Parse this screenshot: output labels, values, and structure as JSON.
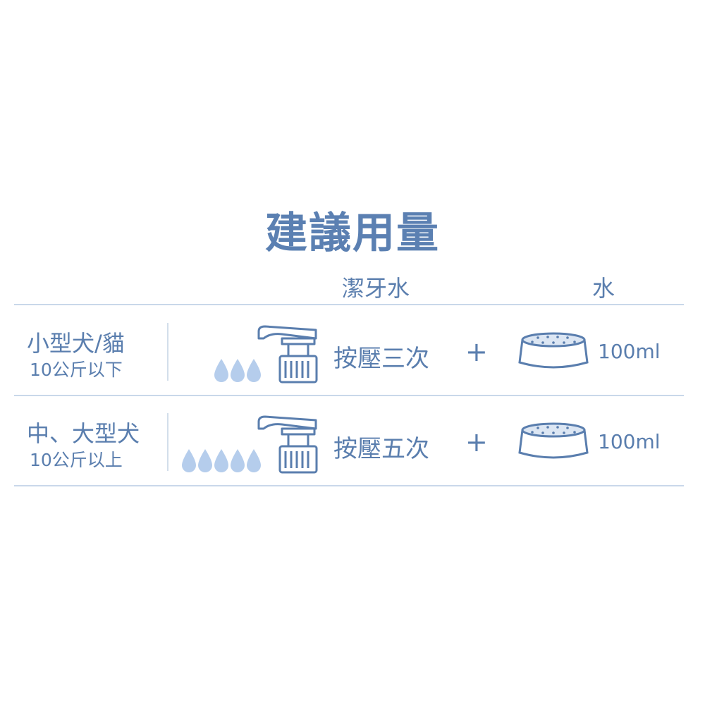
{
  "title": "建議用量",
  "headers": {
    "solution": "潔牙水",
    "water": "水"
  },
  "rows": [
    {
      "category": "小型犬/貓",
      "weight": "10公斤以下",
      "drops": 3,
      "action": "按壓三次",
      "plus": "+",
      "water": "100ml"
    },
    {
      "category": "中、大型犬",
      "weight": "10公斤以上",
      "drops": 5,
      "action": "按壓五次",
      "plus": "+",
      "water": "100ml"
    }
  ],
  "colors": {
    "text": "#5a7eae",
    "drop": "#b5cdec",
    "line": "#c9d8ea"
  }
}
